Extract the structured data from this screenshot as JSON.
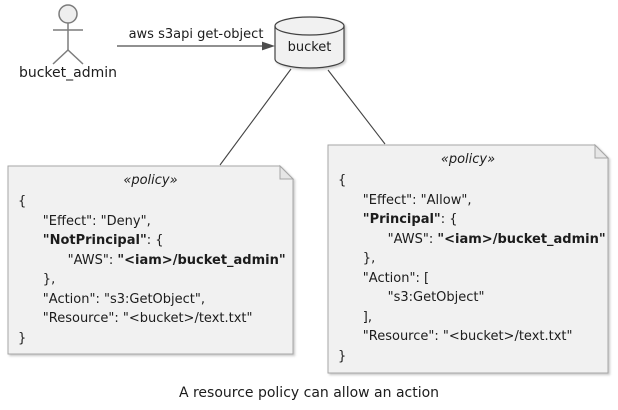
{
  "diagram": {
    "actor_label": "bucket_admin",
    "arrow_label": "aws s3api get-object",
    "bucket_label": "bucket",
    "caption": "A resource policy can allow an action",
    "colors": {
      "note_fill": "#f1f1f1",
      "note_border": "#a6a6a6",
      "fold_fill": "#e6e6e6",
      "shape_stroke": "#434343",
      "actor_stroke": "#7c7c7c",
      "text": "#1c1c1c"
    }
  },
  "policies": {
    "left": {
      "stereotype": "«policy»",
      "lines": [
        [
          {
            "t": "{",
            "b": false
          }
        ],
        [
          {
            "t": "      \"Effect\": \"Deny\",",
            "b": false
          }
        ],
        [
          {
            "t": "      ",
            "b": false
          },
          {
            "t": "\"NotPrincipal\"",
            "b": true
          },
          {
            "t": ": {",
            "b": false
          }
        ],
        [
          {
            "t": "            \"AWS\": ",
            "b": false
          },
          {
            "t": "\"<iam>/bucket_admin\"",
            "b": true
          }
        ],
        [
          {
            "t": "      },",
            "b": false
          }
        ],
        [
          {
            "t": "      \"Action\": \"s3:GetObject\",",
            "b": false
          }
        ],
        [
          {
            "t": "      \"Resource\": \"<bucket>/text.txt\"",
            "b": false
          }
        ],
        [
          {
            "t": "}",
            "b": false
          }
        ]
      ]
    },
    "right": {
      "stereotype": "«policy»",
      "lines": [
        [
          {
            "t": "{",
            "b": false
          }
        ],
        [
          {
            "t": "      \"Effect\": \"Allow\",",
            "b": false
          }
        ],
        [
          {
            "t": "      ",
            "b": false
          },
          {
            "t": "\"Principal\"",
            "b": true
          },
          {
            "t": ": {",
            "b": false
          }
        ],
        [
          {
            "t": "            \"AWS\": ",
            "b": false
          },
          {
            "t": "\"<iam>/bucket_admin\"",
            "b": true
          }
        ],
        [
          {
            "t": "      },",
            "b": false
          }
        ],
        [
          {
            "t": "      \"Action\": [",
            "b": false
          }
        ],
        [
          {
            "t": "            \"s3:GetObject\"",
            "b": false
          }
        ],
        [
          {
            "t": "      ],",
            "b": false
          }
        ],
        [
          {
            "t": "      \"Resource\": \"<bucket>/text.txt\"",
            "b": false
          }
        ],
        [
          {
            "t": "}",
            "b": false
          }
        ]
      ]
    }
  }
}
